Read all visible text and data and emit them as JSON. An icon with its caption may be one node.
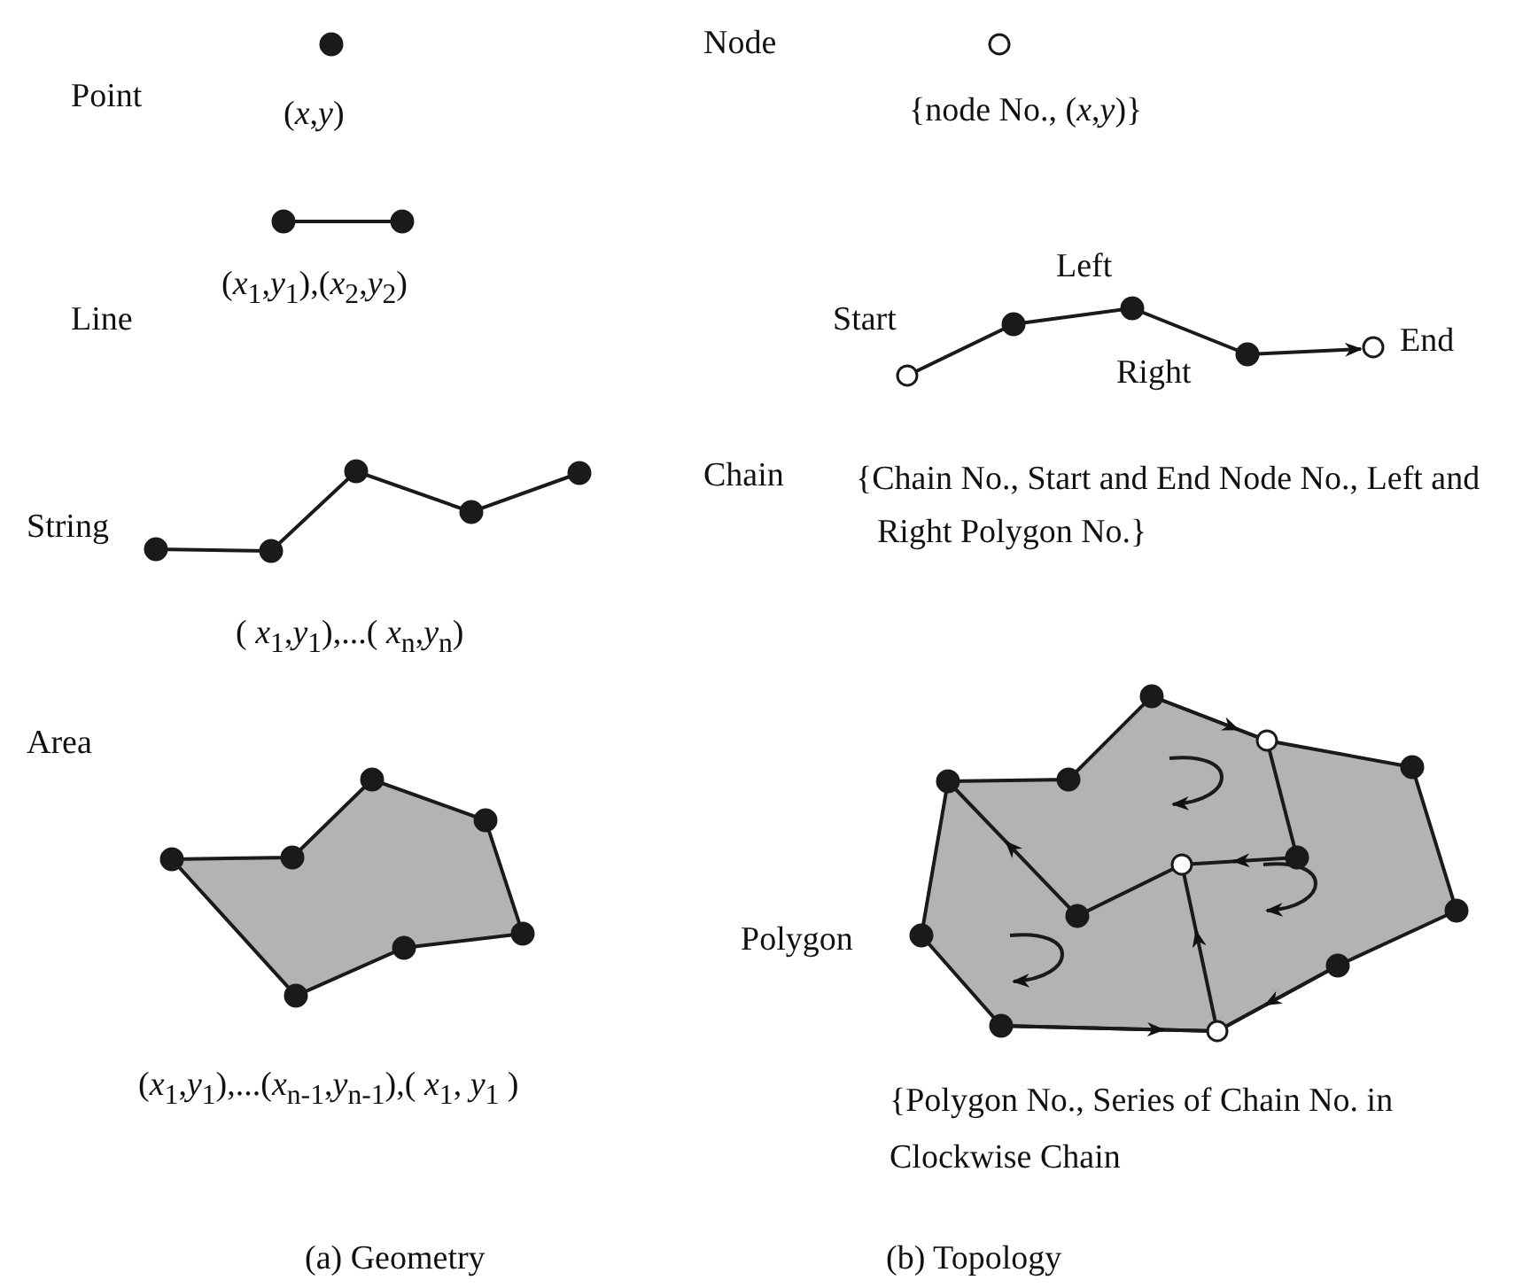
{
  "diagram": {
    "labels": [
      "Point",
      "(*x*,*y*)",
      "Node",
      "{node No., (*x*,*y*)}",
      "(*x*$_{1}$,*y*$_{1}$),(*x*$_{2}$,*y*$_{2}$)",
      "Left",
      "Start",
      "Line",
      "End",
      "Right",
      "String",
      "Chain",
      "{Chain No., Start and End Node No., Left and Right Polygon No.}",
      "( *x*$_{1}$,*y*$_{1}$),...( *x*$_{n}$,*y*$_{n}$)",
      "Area",
      "Polygon",
      "(*x*$_{1}$,*y*$_{1}$),...(*x*$_{n-1}$,*y*$_{n-1}$),( *x*$_{1}$, *y*$_{1}$ )",
      "{Polygon No., Series of Chain No. in Clockwise Chain",
      "(a)  Geometry",
      "(b) Topology"
    ]
  }
}
